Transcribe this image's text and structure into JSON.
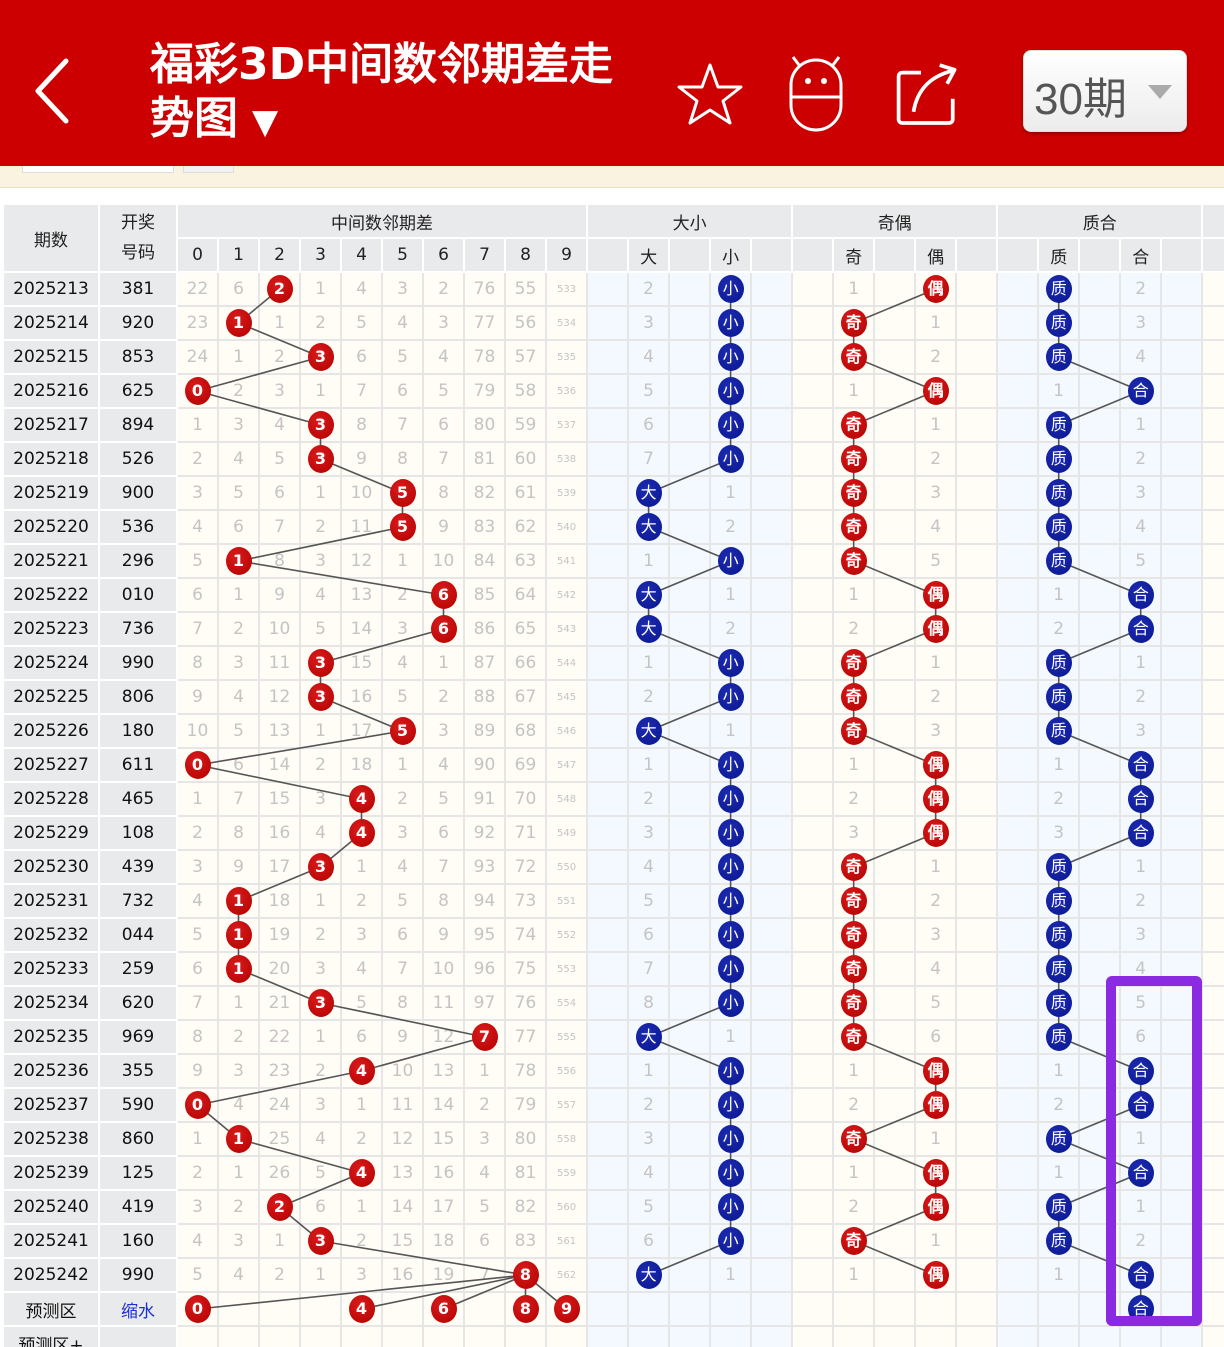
{
  "header": {
    "title": "福彩3D中间数邻期差走势图",
    "title_caret": "▼",
    "period_select": "30期",
    "icons": [
      "back-chevron-icon",
      "star-icon",
      "robot-icon",
      "share-icon"
    ]
  },
  "table": {
    "headers": {
      "period": "期数",
      "draw_line1": "开奖",
      "draw_line2": "号码",
      "group_diff": "中间数邻期差",
      "diff_cols": [
        "0",
        "1",
        "2",
        "3",
        "4",
        "5",
        "6",
        "7",
        "8",
        "9"
      ],
      "group_size": "大小",
      "size_cols": [
        "大",
        "小"
      ],
      "group_parity": "奇偶",
      "parity_cols": [
        "奇",
        "偶"
      ],
      "group_prime": "质合",
      "prime_cols": [
        "质",
        "合"
      ]
    },
    "rows": [
      {
        "period": "2025213",
        "draw": "381",
        "diff": [
          "22",
          "6",
          "2",
          "1",
          "4",
          "3",
          "2",
          "76",
          "55",
          "533"
        ],
        "hit": 2,
        "size": [
          "2",
          "小"
        ],
        "sizeHit": 1,
        "parity": [
          "1",
          "偶"
        ],
        "parityHit": 1,
        "prime": [
          "质",
          "2"
        ],
        "primeHit": 0
      },
      {
        "period": "2025214",
        "draw": "920",
        "diff": [
          "23",
          "1",
          "1",
          "2",
          "5",
          "4",
          "3",
          "77",
          "56",
          "534"
        ],
        "hit": 1,
        "size": [
          "3",
          "小"
        ],
        "sizeHit": 1,
        "parity": [
          "奇",
          "1"
        ],
        "parityHit": 0,
        "prime": [
          "质",
          "3"
        ],
        "primeHit": 0
      },
      {
        "period": "2025215",
        "draw": "853",
        "diff": [
          "24",
          "1",
          "2",
          "3",
          "6",
          "5",
          "4",
          "78",
          "57",
          "535"
        ],
        "hit": 3,
        "size": [
          "4",
          "小"
        ],
        "sizeHit": 1,
        "parity": [
          "奇",
          "2"
        ],
        "parityHit": 0,
        "prime": [
          "质",
          "4"
        ],
        "primeHit": 0
      },
      {
        "period": "2025216",
        "draw": "625",
        "diff": [
          "0",
          "2",
          "3",
          "1",
          "7",
          "6",
          "5",
          "79",
          "58",
          "536"
        ],
        "hit": 0,
        "size": [
          "5",
          "小"
        ],
        "sizeHit": 1,
        "parity": [
          "1",
          "偶"
        ],
        "parityHit": 1,
        "prime": [
          "1",
          "合"
        ],
        "primeHit": 1
      },
      {
        "period": "2025217",
        "draw": "894",
        "diff": [
          "1",
          "3",
          "4",
          "3",
          "8",
          "7",
          "6",
          "80",
          "59",
          "537"
        ],
        "hit": 3,
        "size": [
          "6",
          "小"
        ],
        "sizeHit": 1,
        "parity": [
          "奇",
          "1"
        ],
        "parityHit": 0,
        "prime": [
          "质",
          "1"
        ],
        "primeHit": 0
      },
      {
        "period": "2025218",
        "draw": "526",
        "diff": [
          "2",
          "4",
          "5",
          "3",
          "9",
          "8",
          "7",
          "81",
          "60",
          "538"
        ],
        "hit": 3,
        "size": [
          "7",
          "小"
        ],
        "sizeHit": 1,
        "parity": [
          "奇",
          "2"
        ],
        "parityHit": 0,
        "prime": [
          "质",
          "2"
        ],
        "primeHit": 0
      },
      {
        "period": "2025219",
        "draw": "900",
        "diff": [
          "3",
          "5",
          "6",
          "1",
          "10",
          "5",
          "8",
          "82",
          "61",
          "539"
        ],
        "hit": 5,
        "size": [
          "大",
          "1"
        ],
        "sizeHit": 0,
        "parity": [
          "奇",
          "3"
        ],
        "parityHit": 0,
        "prime": [
          "质",
          "3"
        ],
        "primeHit": 0
      },
      {
        "period": "2025220",
        "draw": "536",
        "diff": [
          "4",
          "6",
          "7",
          "2",
          "11",
          "5",
          "9",
          "83",
          "62",
          "540"
        ],
        "hit": 5,
        "size": [
          "大",
          "2"
        ],
        "sizeHit": 0,
        "parity": [
          "奇",
          "4"
        ],
        "parityHit": 0,
        "prime": [
          "质",
          "4"
        ],
        "primeHit": 0
      },
      {
        "period": "2025221",
        "draw": "296",
        "diff": [
          "5",
          "1",
          "8",
          "3",
          "12",
          "1",
          "10",
          "84",
          "63",
          "541"
        ],
        "hit": 1,
        "size": [
          "1",
          "小"
        ],
        "sizeHit": 1,
        "parity": [
          "奇",
          "5"
        ],
        "parityHit": 0,
        "prime": [
          "质",
          "5"
        ],
        "primeHit": 0
      },
      {
        "period": "2025222",
        "draw": "010",
        "diff": [
          "6",
          "1",
          "9",
          "4",
          "13",
          "2",
          "6",
          "85",
          "64",
          "542"
        ],
        "hit": 6,
        "size": [
          "大",
          "1"
        ],
        "sizeHit": 0,
        "parity": [
          "1",
          "偶"
        ],
        "parityHit": 1,
        "prime": [
          "1",
          "合"
        ],
        "primeHit": 1
      },
      {
        "period": "2025223",
        "draw": "736",
        "diff": [
          "7",
          "2",
          "10",
          "5",
          "14",
          "3",
          "6",
          "86",
          "65",
          "543"
        ],
        "hit": 6,
        "size": [
          "大",
          "2"
        ],
        "sizeHit": 0,
        "parity": [
          "2",
          "偶"
        ],
        "parityHit": 1,
        "prime": [
          "2",
          "合"
        ],
        "primeHit": 1
      },
      {
        "period": "2025224",
        "draw": "990",
        "diff": [
          "8",
          "3",
          "11",
          "3",
          "15",
          "4",
          "1",
          "87",
          "66",
          "544"
        ],
        "hit": 3,
        "size": [
          "1",
          "小"
        ],
        "sizeHit": 1,
        "parity": [
          "奇",
          "1"
        ],
        "parityHit": 0,
        "prime": [
          "质",
          "1"
        ],
        "primeHit": 0
      },
      {
        "period": "2025225",
        "draw": "806",
        "diff": [
          "9",
          "4",
          "12",
          "3",
          "16",
          "5",
          "2",
          "88",
          "67",
          "545"
        ],
        "hit": 3,
        "size": [
          "2",
          "小"
        ],
        "sizeHit": 1,
        "parity": [
          "奇",
          "2"
        ],
        "parityHit": 0,
        "prime": [
          "质",
          "2"
        ],
        "primeHit": 0
      },
      {
        "period": "2025226",
        "draw": "180",
        "diff": [
          "10",
          "5",
          "13",
          "1",
          "17",
          "5",
          "3",
          "89",
          "68",
          "546"
        ],
        "hit": 5,
        "size": [
          "大",
          "1"
        ],
        "sizeHit": 0,
        "parity": [
          "奇",
          "3"
        ],
        "parityHit": 0,
        "prime": [
          "质",
          "3"
        ],
        "primeHit": 0
      },
      {
        "period": "2025227",
        "draw": "611",
        "diff": [
          "0",
          "6",
          "14",
          "2",
          "18",
          "1",
          "4",
          "90",
          "69",
          "547"
        ],
        "hit": 0,
        "size": [
          "1",
          "小"
        ],
        "sizeHit": 1,
        "parity": [
          "1",
          "偶"
        ],
        "parityHit": 1,
        "prime": [
          "1",
          "合"
        ],
        "primeHit": 1
      },
      {
        "period": "2025228",
        "draw": "465",
        "diff": [
          "1",
          "7",
          "15",
          "3",
          "4",
          "2",
          "5",
          "91",
          "70",
          "548"
        ],
        "hit": 4,
        "size": [
          "2",
          "小"
        ],
        "sizeHit": 1,
        "parity": [
          "2",
          "偶"
        ],
        "parityHit": 1,
        "prime": [
          "2",
          "合"
        ],
        "primeHit": 1
      },
      {
        "period": "2025229",
        "draw": "108",
        "diff": [
          "2",
          "8",
          "16",
          "4",
          "4",
          "3",
          "6",
          "92",
          "71",
          "549"
        ],
        "hit": 4,
        "size": [
          "3",
          "小"
        ],
        "sizeHit": 1,
        "parity": [
          "3",
          "偶"
        ],
        "parityHit": 1,
        "prime": [
          "3",
          "合"
        ],
        "primeHit": 1
      },
      {
        "period": "2025230",
        "draw": "439",
        "diff": [
          "3",
          "9",
          "17",
          "3",
          "1",
          "4",
          "7",
          "93",
          "72",
          "550"
        ],
        "hit": 3,
        "size": [
          "4",
          "小"
        ],
        "sizeHit": 1,
        "parity": [
          "奇",
          "1"
        ],
        "parityHit": 0,
        "prime": [
          "质",
          "1"
        ],
        "primeHit": 0
      },
      {
        "period": "2025231",
        "draw": "732",
        "diff": [
          "4",
          "1",
          "18",
          "1",
          "2",
          "5",
          "8",
          "94",
          "73",
          "551"
        ],
        "hit": 1,
        "size": [
          "5",
          "小"
        ],
        "sizeHit": 1,
        "parity": [
          "奇",
          "2"
        ],
        "parityHit": 0,
        "prime": [
          "质",
          "2"
        ],
        "primeHit": 0
      },
      {
        "period": "2025232",
        "draw": "044",
        "diff": [
          "5",
          "1",
          "19",
          "2",
          "3",
          "6",
          "9",
          "95",
          "74",
          "552"
        ],
        "hit": 1,
        "size": [
          "6",
          "小"
        ],
        "sizeHit": 1,
        "parity": [
          "奇",
          "3"
        ],
        "parityHit": 0,
        "prime": [
          "质",
          "3"
        ],
        "primeHit": 0
      },
      {
        "period": "2025233",
        "draw": "259",
        "diff": [
          "6",
          "1",
          "20",
          "3",
          "4",
          "7",
          "10",
          "96",
          "75",
          "553"
        ],
        "hit": 1,
        "size": [
          "7",
          "小"
        ],
        "sizeHit": 1,
        "parity": [
          "奇",
          "4"
        ],
        "parityHit": 0,
        "prime": [
          "质",
          "4"
        ],
        "primeHit": 0
      },
      {
        "period": "2025234",
        "draw": "620",
        "diff": [
          "7",
          "1",
          "21",
          "3",
          "5",
          "8",
          "11",
          "97",
          "76",
          "554"
        ],
        "hit": 3,
        "size": [
          "8",
          "小"
        ],
        "sizeHit": 1,
        "parity": [
          "奇",
          "5"
        ],
        "parityHit": 0,
        "prime": [
          "质",
          "5"
        ],
        "primeHit": 0
      },
      {
        "period": "2025235",
        "draw": "969",
        "diff": [
          "8",
          "2",
          "22",
          "1",
          "6",
          "9",
          "12",
          "7",
          "77",
          "555"
        ],
        "hit": 7,
        "size": [
          "大",
          "1"
        ],
        "sizeHit": 0,
        "parity": [
          "奇",
          "6"
        ],
        "parityHit": 0,
        "prime": [
          "质",
          "6"
        ],
        "primeHit": 0
      },
      {
        "period": "2025236",
        "draw": "355",
        "diff": [
          "9",
          "3",
          "23",
          "2",
          "4",
          "10",
          "13",
          "1",
          "78",
          "556"
        ],
        "hit": 4,
        "size": [
          "1",
          "小"
        ],
        "sizeHit": 1,
        "parity": [
          "1",
          "偶"
        ],
        "parityHit": 1,
        "prime": [
          "1",
          "合"
        ],
        "primeHit": 1
      },
      {
        "period": "2025237",
        "draw": "590",
        "diff": [
          "0",
          "4",
          "24",
          "3",
          "1",
          "11",
          "14",
          "2",
          "79",
          "557"
        ],
        "hit": 0,
        "size": [
          "2",
          "小"
        ],
        "sizeHit": 1,
        "parity": [
          "2",
          "偶"
        ],
        "parityHit": 1,
        "prime": [
          "2",
          "合"
        ],
        "primeHit": 1
      },
      {
        "period": "2025238",
        "draw": "860",
        "diff": [
          "1",
          "1",
          "25",
          "4",
          "2",
          "12",
          "15",
          "3",
          "80",
          "558"
        ],
        "hit": 1,
        "size": [
          "3",
          "小"
        ],
        "sizeHit": 1,
        "parity": [
          "奇",
          "1"
        ],
        "parityHit": 0,
        "prime": [
          "质",
          "1"
        ],
        "primeHit": 0
      },
      {
        "period": "2025239",
        "draw": "125",
        "diff": [
          "2",
          "1",
          "26",
          "5",
          "4",
          "13",
          "16",
          "4",
          "81",
          "559"
        ],
        "hit": 4,
        "size": [
          "4",
          "小"
        ],
        "sizeHit": 1,
        "parity": [
          "1",
          "偶"
        ],
        "parityHit": 1,
        "prime": [
          "1",
          "合"
        ],
        "primeHit": 1
      },
      {
        "period": "2025240",
        "draw": "419",
        "diff": [
          "3",
          "2",
          "2",
          "6",
          "1",
          "14",
          "17",
          "5",
          "82",
          "560"
        ],
        "hit": 2,
        "size": [
          "5",
          "小"
        ],
        "sizeHit": 1,
        "parity": [
          "2",
          "偶"
        ],
        "parityHit": 1,
        "prime": [
          "质",
          "1"
        ],
        "primeHit": 0
      },
      {
        "period": "2025241",
        "draw": "160",
        "diff": [
          "4",
          "3",
          "1",
          "3",
          "2",
          "15",
          "18",
          "6",
          "83",
          "561"
        ],
        "hit": 3,
        "size": [
          "6",
          "小"
        ],
        "sizeHit": 1,
        "parity": [
          "奇",
          "1"
        ],
        "parityHit": 0,
        "prime": [
          "质",
          "2"
        ],
        "primeHit": 0
      },
      {
        "period": "2025242",
        "draw": "990",
        "diff": [
          "5",
          "4",
          "2",
          "1",
          "3",
          "16",
          "19",
          "7",
          "8",
          "562"
        ],
        "hit": 8,
        "size": [
          "大",
          "1"
        ],
        "sizeHit": 0,
        "parity": [
          "1",
          "偶"
        ],
        "parityHit": 1,
        "prime": [
          "1",
          "合"
        ],
        "primeHit": 1
      }
    ],
    "predict_row": {
      "label": "预测区",
      "link": "缩水",
      "balls": [
        {
          "col": 0,
          "val": "0"
        },
        {
          "col": 4,
          "val": "4"
        },
        {
          "col": 6,
          "val": "6"
        },
        {
          "col": 8,
          "val": "8"
        },
        {
          "col": 9,
          "val": "9"
        }
      ],
      "prime_ball": "合"
    },
    "predict_plus_label": "预测区+"
  },
  "colors": {
    "header_red": "#cc0000",
    "red_ball": "#c40000",
    "blue_ball": "#0a1a9e",
    "highlight_purple": "#8a2be2",
    "section_divider": "#9b3333"
  }
}
